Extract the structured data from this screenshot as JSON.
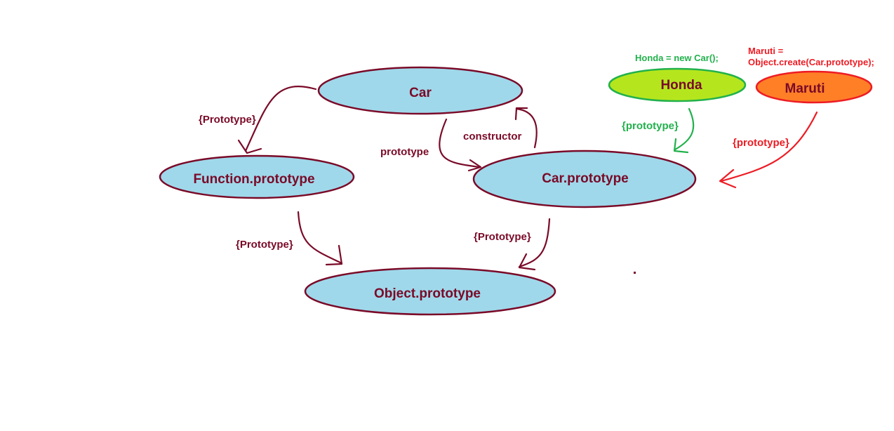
{
  "colors": {
    "ellipse_fill": "#9fd8ea",
    "ellipse_stroke": "#7a0a28",
    "text_dark": "#7a0a28",
    "honda_fill": "#b5e61d",
    "honda_stroke": "#22b14c",
    "maruti_fill": "#ff7f27",
    "maruti_stroke": "#ed1c24",
    "green": "#22b14c",
    "red": "#ed1c24"
  },
  "nodes": {
    "car": "Car",
    "function_prototype": "Function.prototype",
    "car_prototype": "Car.prototype",
    "object_prototype": "Object.prototype",
    "honda": "Honda",
    "maruti": "Maruti"
  },
  "edges": {
    "car_to_function": "{Prototype}",
    "car_prototype_link": "prototype",
    "constructor_link": "constructor",
    "function_to_object": "{Prototype}",
    "carproto_to_object": "{Prototype}",
    "honda_to_carproto": "{prototype}",
    "maruti_to_carproto": "{prototype}"
  },
  "code": {
    "honda": "Honda = new Car();",
    "maruti_line1": "Maruti =",
    "maruti_line2": "Object.create(Car.prototype);"
  }
}
